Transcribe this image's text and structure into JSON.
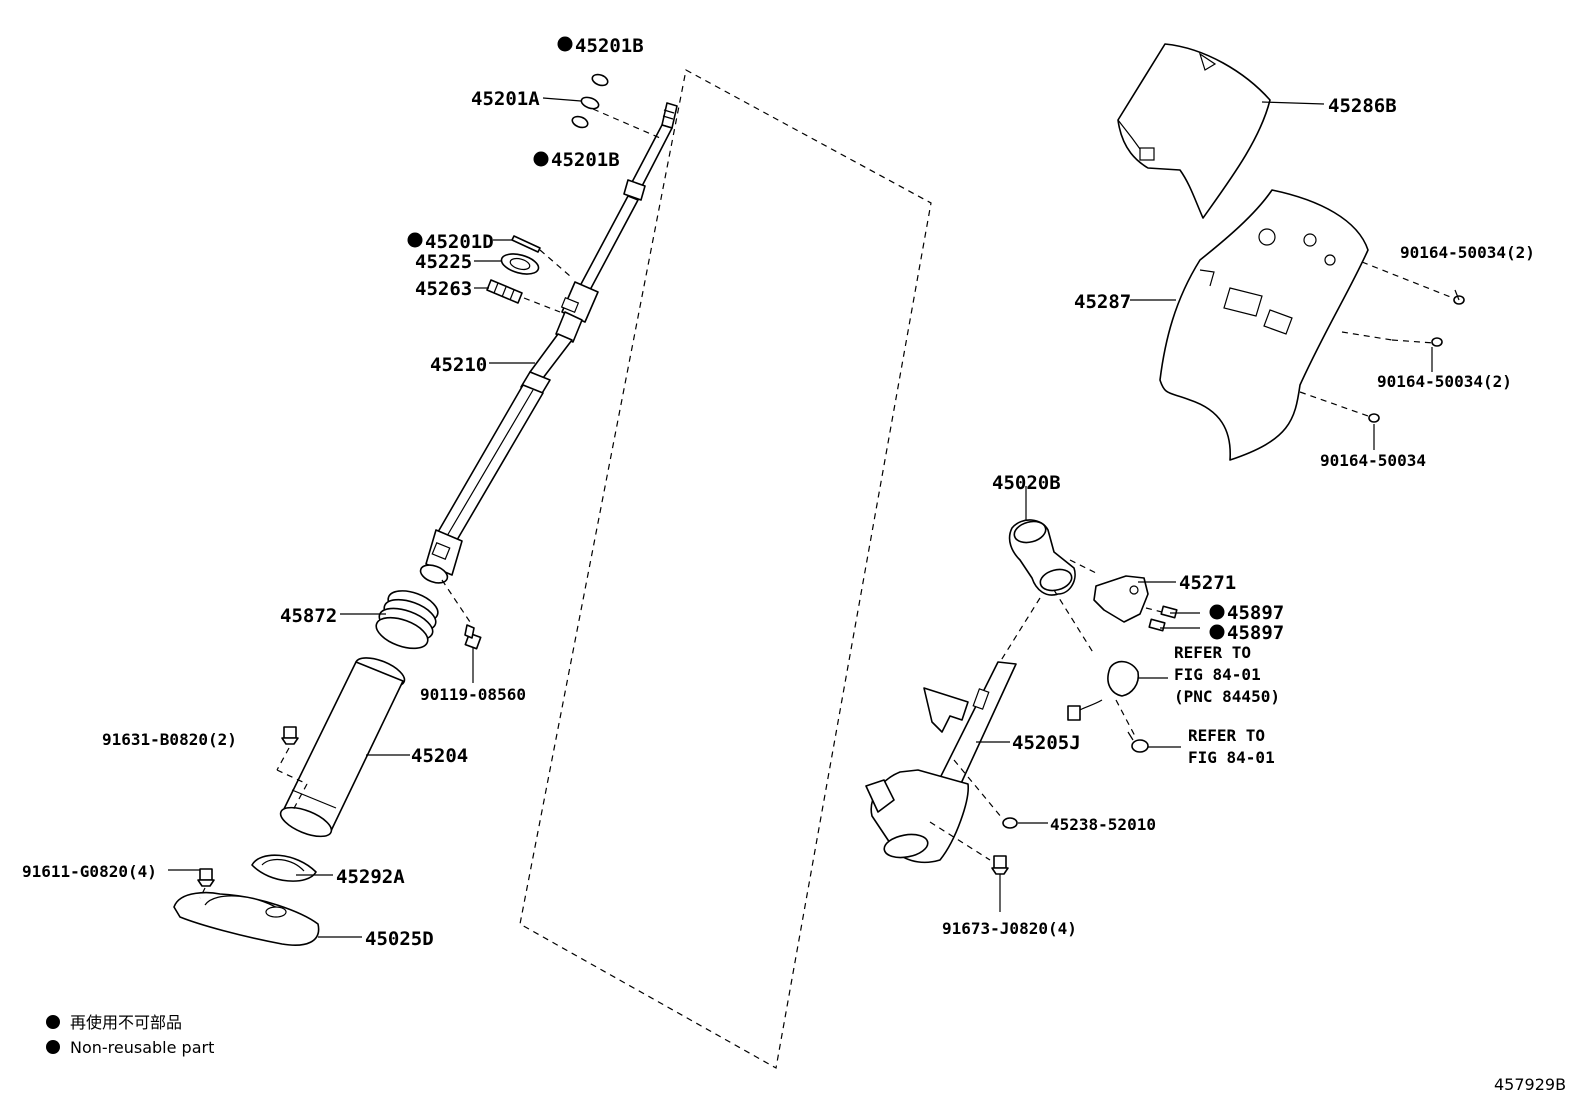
{
  "labels": {
    "p45201B_top": "45201B",
    "p45201A": "45201A",
    "p45201B_mid": "45201B",
    "p45201D": "45201D",
    "p45225": "45225",
    "p45263": "45263",
    "p45210": "45210",
    "p45872": "45872",
    "p90119": "90119-08560",
    "p91631": "91631-B0820(2)",
    "p45204": "45204",
    "p91611": "91611-G0820(4)",
    "p45292A": "45292A",
    "p45025D": "45025D",
    "p45286B": "45286B",
    "p45287": "45287",
    "p90164_a": "90164-50034(2)",
    "p90164_b": "90164-50034(2)",
    "p90164_c": "90164-50034",
    "p45020B": "45020B",
    "p45271": "45271",
    "p45897_a": "45897",
    "p45897_b": "45897",
    "refer1_l1": "REFER TO",
    "refer1_l2": "FIG 84-01",
    "refer1_l3": "(PNC 84450)",
    "refer2_l1": "REFER TO",
    "refer2_l2": "FIG 84-01",
    "p45205J": "45205J",
    "p45238": "45238-52010",
    "p91673": "91673-J0820(4)"
  },
  "legend": {
    "jp": "再使用不可部品",
    "en": "Non-reusable part"
  },
  "figure_id": "457929B"
}
